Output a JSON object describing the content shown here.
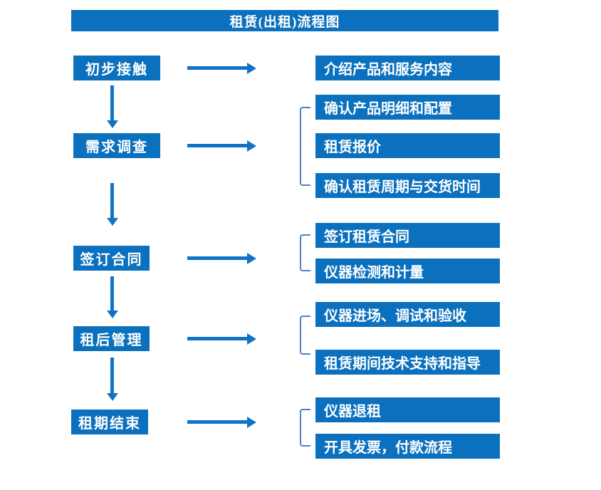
{
  "title": "租赁(出租)流程图",
  "colors": {
    "box_blue": "#0b70bd",
    "arrow_blue": "#1173c6",
    "bracket_blue": "#4f81bd",
    "text_white": "#ffffff",
    "background": "#ffffff"
  },
  "flow_type": "rental-process-flowchart",
  "groups": [
    {
      "step": "初步接触",
      "details": [
        "介绍产品和服务内容"
      ]
    },
    {
      "step": "需求调查",
      "details": [
        "确认产品明细和配置",
        "租赁报价",
        "确认租赁周期与交货时间"
      ]
    },
    {
      "step": "签订合同",
      "details": [
        "签订租赁合同",
        "仪器检测和计量"
      ]
    },
    {
      "step": "租后管理",
      "details": [
        "仪器进场、调试和验收",
        "租赁期间技术支持和指导"
      ]
    },
    {
      "step": "租期结束",
      "details": [
        "仪器退租",
        "开具发票，付款流程"
      ]
    }
  ]
}
